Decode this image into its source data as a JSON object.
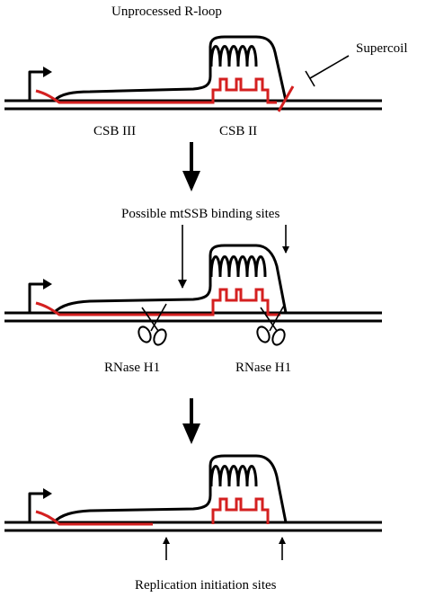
{
  "panel1": {
    "title": "Unprocessed R-loop",
    "supercoil_label": "Supercoil",
    "csb3_label": "CSB III",
    "csb2_label": "CSB II"
  },
  "panel2": {
    "binding_label": "Possible mtSSB binding sites",
    "rnase_left_label": "RNase H1",
    "rnase_right_label": "RNase H1"
  },
  "panel3": {
    "initiation_label": "Replication initiation sites"
  },
  "colors": {
    "dna": "#000000",
    "rna": "#d42020"
  },
  "icons": [
    "promoter-arrow-icon",
    "scissors-icon",
    "down-arrow-icon",
    "up-arrow-icon",
    "supercoil-t-bar-icon"
  ]
}
